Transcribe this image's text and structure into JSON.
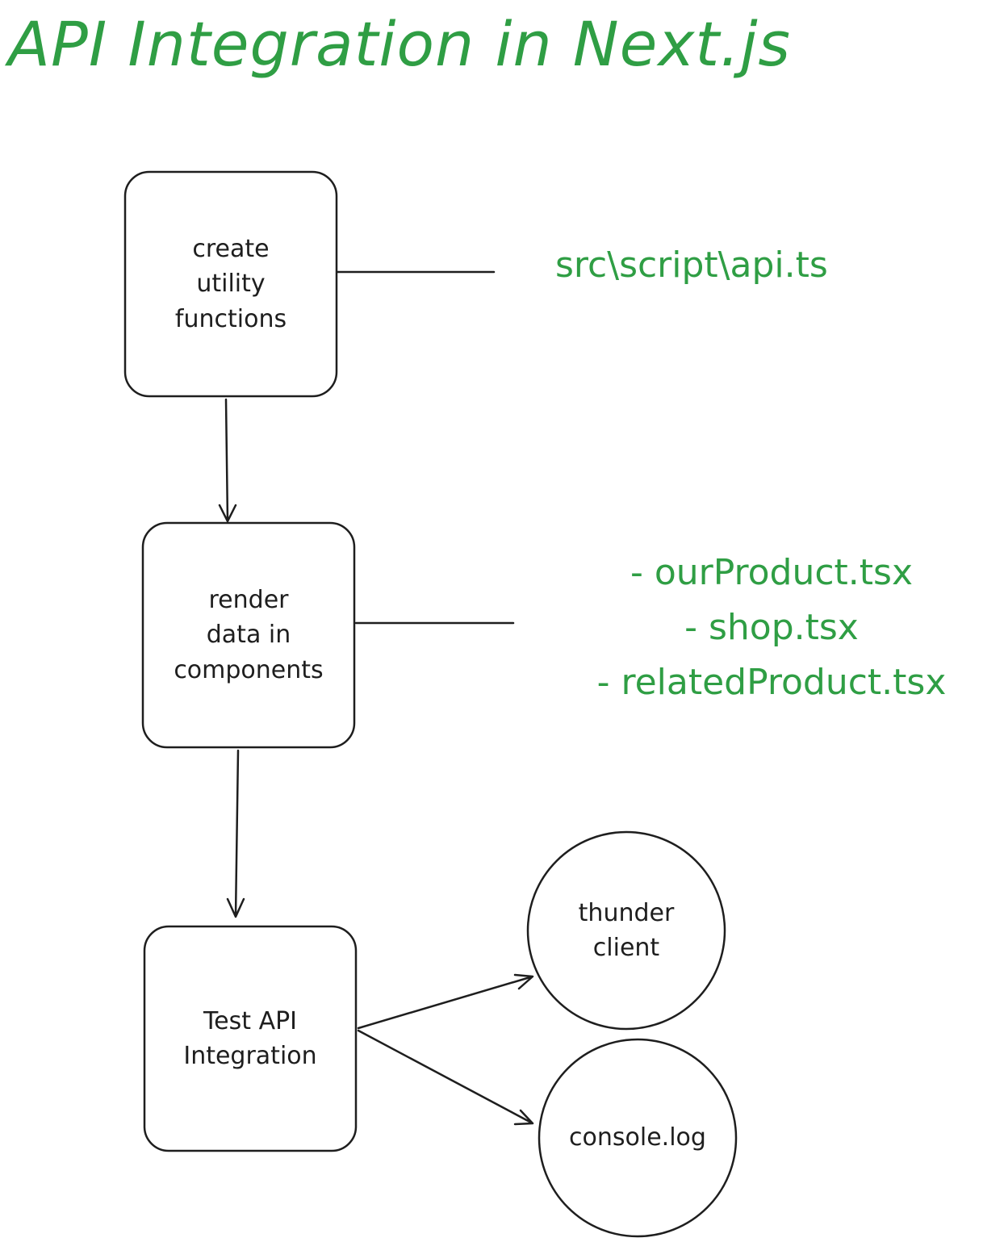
{
  "title": "API Integration in Next.js",
  "colors": {
    "accent": "#2f9e44",
    "ink": "#1e1e1e"
  },
  "nodes": {
    "utility": "create\nutility\nfunctions",
    "render": "render\ndata in\ncomponents",
    "test": "Test API\nIntegration",
    "thunder": "thunder\nclient",
    "console": "console.log"
  },
  "notes": {
    "api_path": "src\\script\\api.ts",
    "files": [
      "- ourProduct.tsx",
      "- shop.tsx",
      "- relatedProduct.tsx"
    ]
  }
}
